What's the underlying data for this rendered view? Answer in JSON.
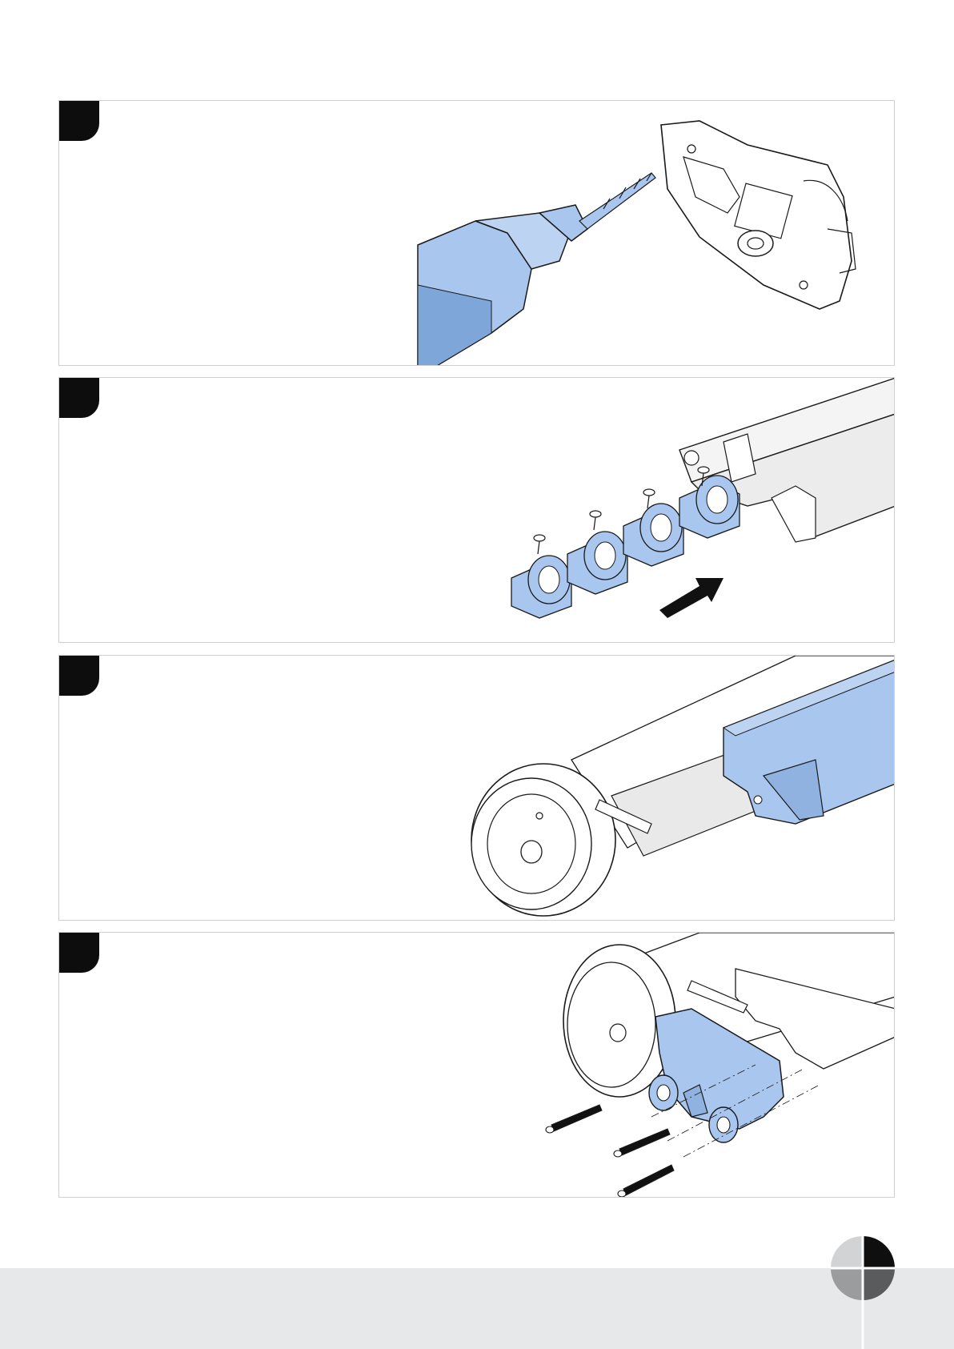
{
  "colors": {
    "accent_blue": "#a9c6ee",
    "accent_blue_dark": "#7fa6d8",
    "line": "#1a1a1a",
    "panel_border": "#cfcfcf",
    "footer_band": "#e7e8ea",
    "step_tab": "#0d0d0d"
  },
  "steps": [
    {
      "illustration": "drill-and-motor-bracket"
    },
    {
      "illustration": "gliders-and-screws-into-rail"
    },
    {
      "illustration": "roller-tube-and-profile"
    },
    {
      "illustration": "end-bracket-screw-mounting"
    }
  ],
  "footer": {
    "logo": "brand-quadrant-logo"
  }
}
